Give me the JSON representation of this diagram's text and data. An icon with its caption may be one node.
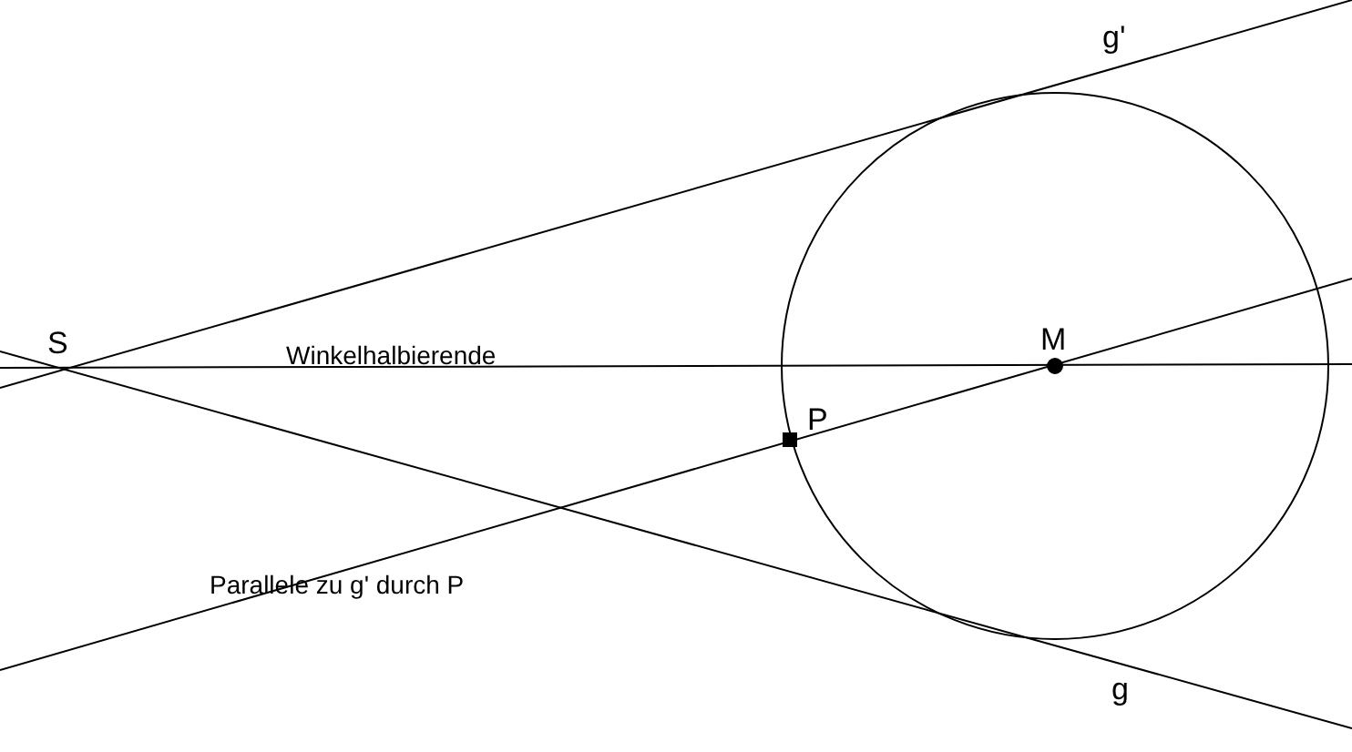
{
  "diagram": {
    "labels": [
      "g'",
      "S",
      "Winkelhalbierende",
      "M",
      "P",
      "Parallele zu g' durch P",
      "g"
    ]
  }
}
